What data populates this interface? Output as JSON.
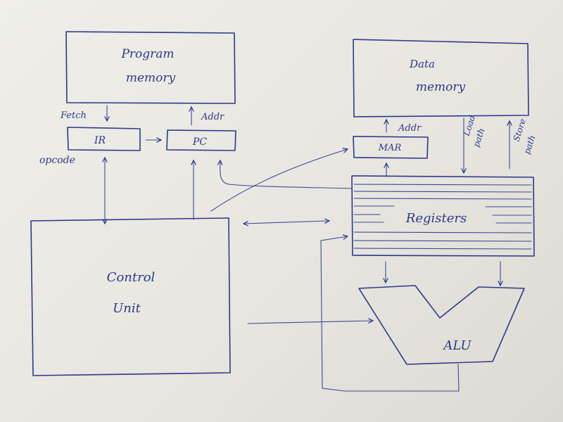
{
  "diagram": {
    "blocks": {
      "program_memory": [
        "Program",
        "memory"
      ],
      "data_memory": [
        "Data",
        "memory"
      ],
      "ir": "IR",
      "pc": "PC",
      "mar": "MAR",
      "registers": "Registers",
      "control_unit": [
        "Control",
        "Unit"
      ],
      "alu": "ALU"
    },
    "signals": {
      "fetch": "Fetch",
      "addr_pc": "Addr",
      "addr_mar": "Addr",
      "opcode": "opcode",
      "load_path": [
        "Load",
        "path"
      ],
      "store_path": [
        "Store",
        "path"
      ]
    }
  }
}
